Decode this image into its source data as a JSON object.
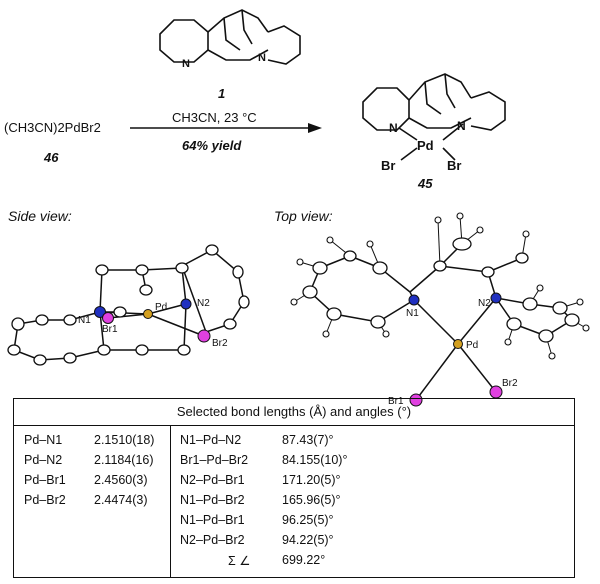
{
  "scheme": {
    "reagent_top_label": "1",
    "conditions": "CH3CN, 23 °C",
    "yield": "64% yield",
    "starting_material": "(CH3CN)2PdBr2",
    "starting_material_label": "46",
    "product_label": "45",
    "product_atoms": {
      "n_left": "N",
      "n_right": "N",
      "pd": "Pd",
      "br_left": "Br",
      "br_right": "Br"
    }
  },
  "side_view": {
    "title": "Side view:",
    "labels": {
      "n1": "N1",
      "br1": "Br1",
      "pd": "Pd",
      "n2": "N2",
      "br2": "Br2"
    }
  },
  "top_view": {
    "title": "Top view:",
    "labels": {
      "n1": "N1",
      "n2": "N2",
      "pd": "Pd",
      "br1": "Br1",
      "br2": "Br2"
    }
  },
  "table": {
    "title": "Selected bond lengths (Å) and angles (°)",
    "lengths": [
      {
        "bond": "Pd–N1",
        "value": "2.1510(18)"
      },
      {
        "bond": "Pd–N2",
        "value": "2.1184(16)"
      },
      {
        "bond": "Pd–Br1",
        "value": "2.4560(3)"
      },
      {
        "bond": "Pd–Br2",
        "value": "2.4474(3)"
      }
    ],
    "angles": [
      {
        "angle": "N1–Pd–N2",
        "value": "87.43(7)°"
      },
      {
        "angle": "Br1–Pd–Br2",
        "value": "84.155(10)°"
      },
      {
        "angle": "N2–Pd–Br1",
        "value": "171.20(5)°"
      },
      {
        "angle": "N1–Pd–Br2",
        "value": "165.96(5)°"
      },
      {
        "angle": "N1–Pd–Br1",
        "value": "96.25(5)°"
      },
      {
        "angle": "N2–Pd–Br2",
        "value": "94.22(5)°"
      }
    ],
    "sum_label": "Σ ∠",
    "sum_value": "699.22°"
  },
  "colors": {
    "bromine": "#e040e0",
    "nitrogen": "#2030c0",
    "palladium": "#d4a020",
    "bonds": "#111111"
  }
}
